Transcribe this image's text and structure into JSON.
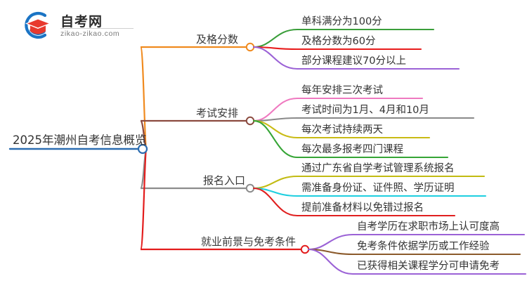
{
  "logo": {
    "name_cn": "自考网",
    "url": "zikao-zikao.com",
    "mark_icon": "graduation-cap-icon",
    "arc_color": "#1b74c4",
    "cap_color": "#e8392e"
  },
  "mindmap": {
    "root": {
      "label": "2025年潮州自考信息概览",
      "color": "#2b6cb0"
    },
    "branches": [
      {
        "label": "及格分数",
        "color": "#f08a1e",
        "children": [
          {
            "label": "单科满分为100分",
            "color": "#3a9e3a"
          },
          {
            "label": "及格分数为60分",
            "color": "#e81c1c"
          },
          {
            "label": "部分课程建议70分以上",
            "color": "#9b62d6"
          }
        ]
      },
      {
        "label": "考试安排",
        "color": "#8b4a3f",
        "children": [
          {
            "label": "每年安排三次考试",
            "color": "#ef79c0"
          },
          {
            "label": "考试时间为1月、4月和10月",
            "color": "#8a8a8a"
          },
          {
            "label": "每次考试持续两天",
            "color": "#c9bb14"
          },
          {
            "label": "每次最多报考四门课程",
            "color": "#36a536"
          }
        ]
      },
      {
        "label": "报名入口",
        "color": "#8c8c8c",
        "children": [
          {
            "label": "通过广东省自学考试管理系统报名",
            "color": "#c2bb12"
          },
          {
            "label": "需准备身份证、证件照、学历证明",
            "color": "#1ecfe0"
          },
          {
            "label": "提前准备材料以免错过报名",
            "color": "#e01f1f"
          }
        ]
      },
      {
        "label": "就业前景与免考条件",
        "color": "#e31c1c",
        "children": [
          {
            "label": "自考学历在求职市场上认可度高",
            "color": "#9b62d6"
          },
          {
            "label": "免考条件依据学历或工作经验",
            "color": "#8b5a2b"
          },
          {
            "label": "已获得相关课程学分可申请免考",
            "color": "#9b62d6"
          }
        ]
      }
    ]
  }
}
